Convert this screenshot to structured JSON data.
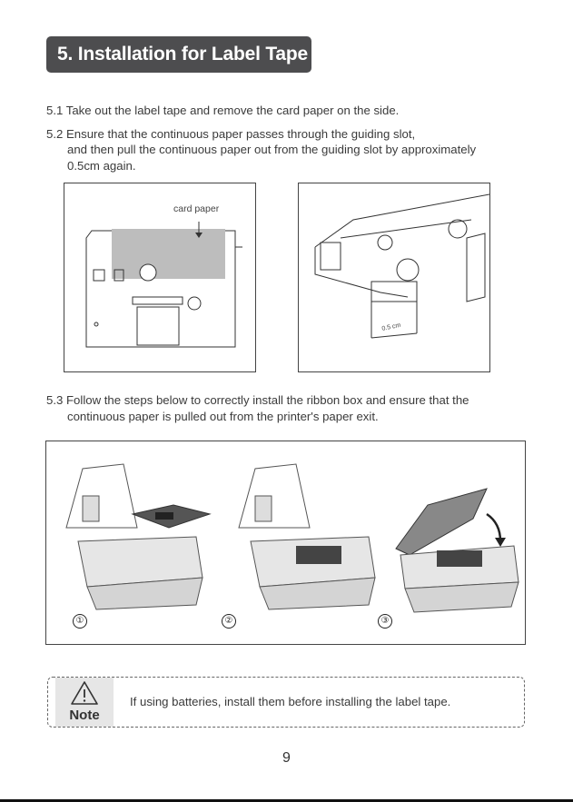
{
  "title": "5. Installation for Label Tape",
  "steps": {
    "s51": "5.1 Take out the label tape and remove the card paper on the side.",
    "s52_line1": "5.2 Ensure that the continuous paper passes through the guiding slot,",
    "s52_line2": "and then pull the continuous paper out from the guiding slot by approximately",
    "s52_line3": "0.5cm again.",
    "s53_line1": "5.3 Follow the steps below to correctly install the ribbon box and ensure that the",
    "s53_line2": "continuous paper is pulled out from the printer's paper exit."
  },
  "figure1": {
    "callout": "card paper"
  },
  "figure2": {
    "measure": "0.5 cm"
  },
  "figure3": {
    "markers": [
      "①",
      "②",
      "③"
    ]
  },
  "note": {
    "label": "Note",
    "icon": "warning-triangle-icon",
    "text": "If using batteries, install them before installing the label tape."
  },
  "page_number": "9",
  "colors": {
    "title_bg": "#4d4d4f",
    "card_paper": "#bdbdbd",
    "note_bg": "#e6e6e6"
  }
}
